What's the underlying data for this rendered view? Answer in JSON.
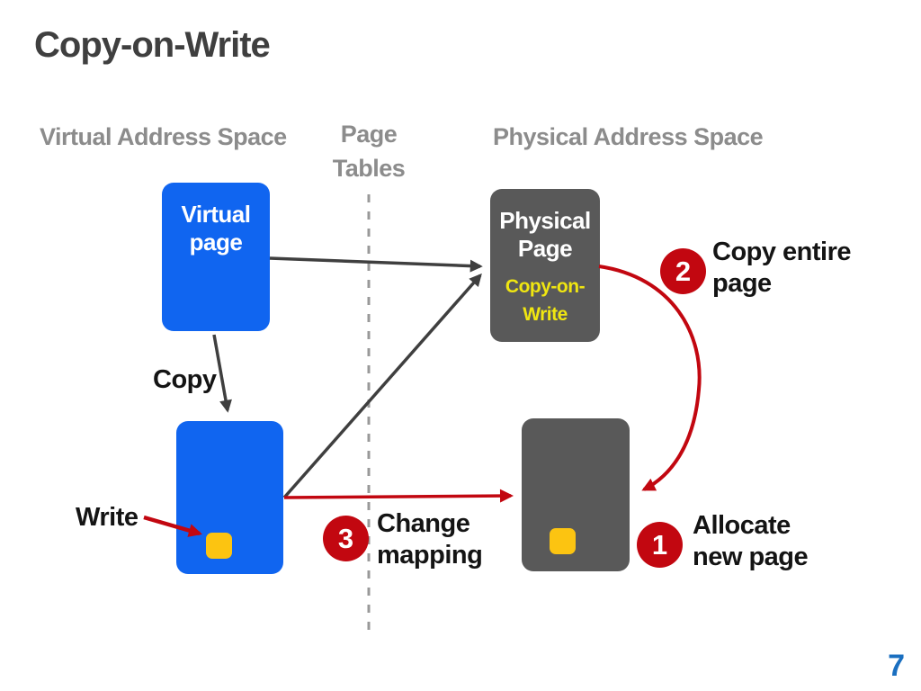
{
  "slide": {
    "title": "Copy-on-Write",
    "page_number": "7"
  },
  "headers": {
    "virtual_address_space": "Virtual Address Space",
    "page_tables": "Page Tables",
    "physical_address_space": "Physical Address Space"
  },
  "boxes": {
    "virtual_page": {
      "label": "Virtual page"
    },
    "physical_page": {
      "label": "Physical Page",
      "status": "Copy-on- Write"
    },
    "copied_virtual_page": {
      "label": ""
    },
    "new_physical_page": {
      "label": ""
    }
  },
  "annotations": {
    "copy": "Copy",
    "write": "Write"
  },
  "steps": [
    {
      "num": "1",
      "label": "Allocate new page"
    },
    {
      "num": "2",
      "label": "Copy entire page"
    },
    {
      "num": "3",
      "label": "Change mapping"
    }
  ],
  "colors": {
    "title_gray": "#3f3f3f",
    "heading_gray": "#8c8c8c",
    "box_blue": "#1065f0",
    "box_gray": "#595959",
    "step_red": "#c20710",
    "cow_text_yellow": "#f0e611",
    "written_square_yellow": "#fcc411",
    "arrow_dark": "#3f3f3f",
    "divider_gray": "#999999",
    "page_number_blue": "#1a6fc0"
  }
}
